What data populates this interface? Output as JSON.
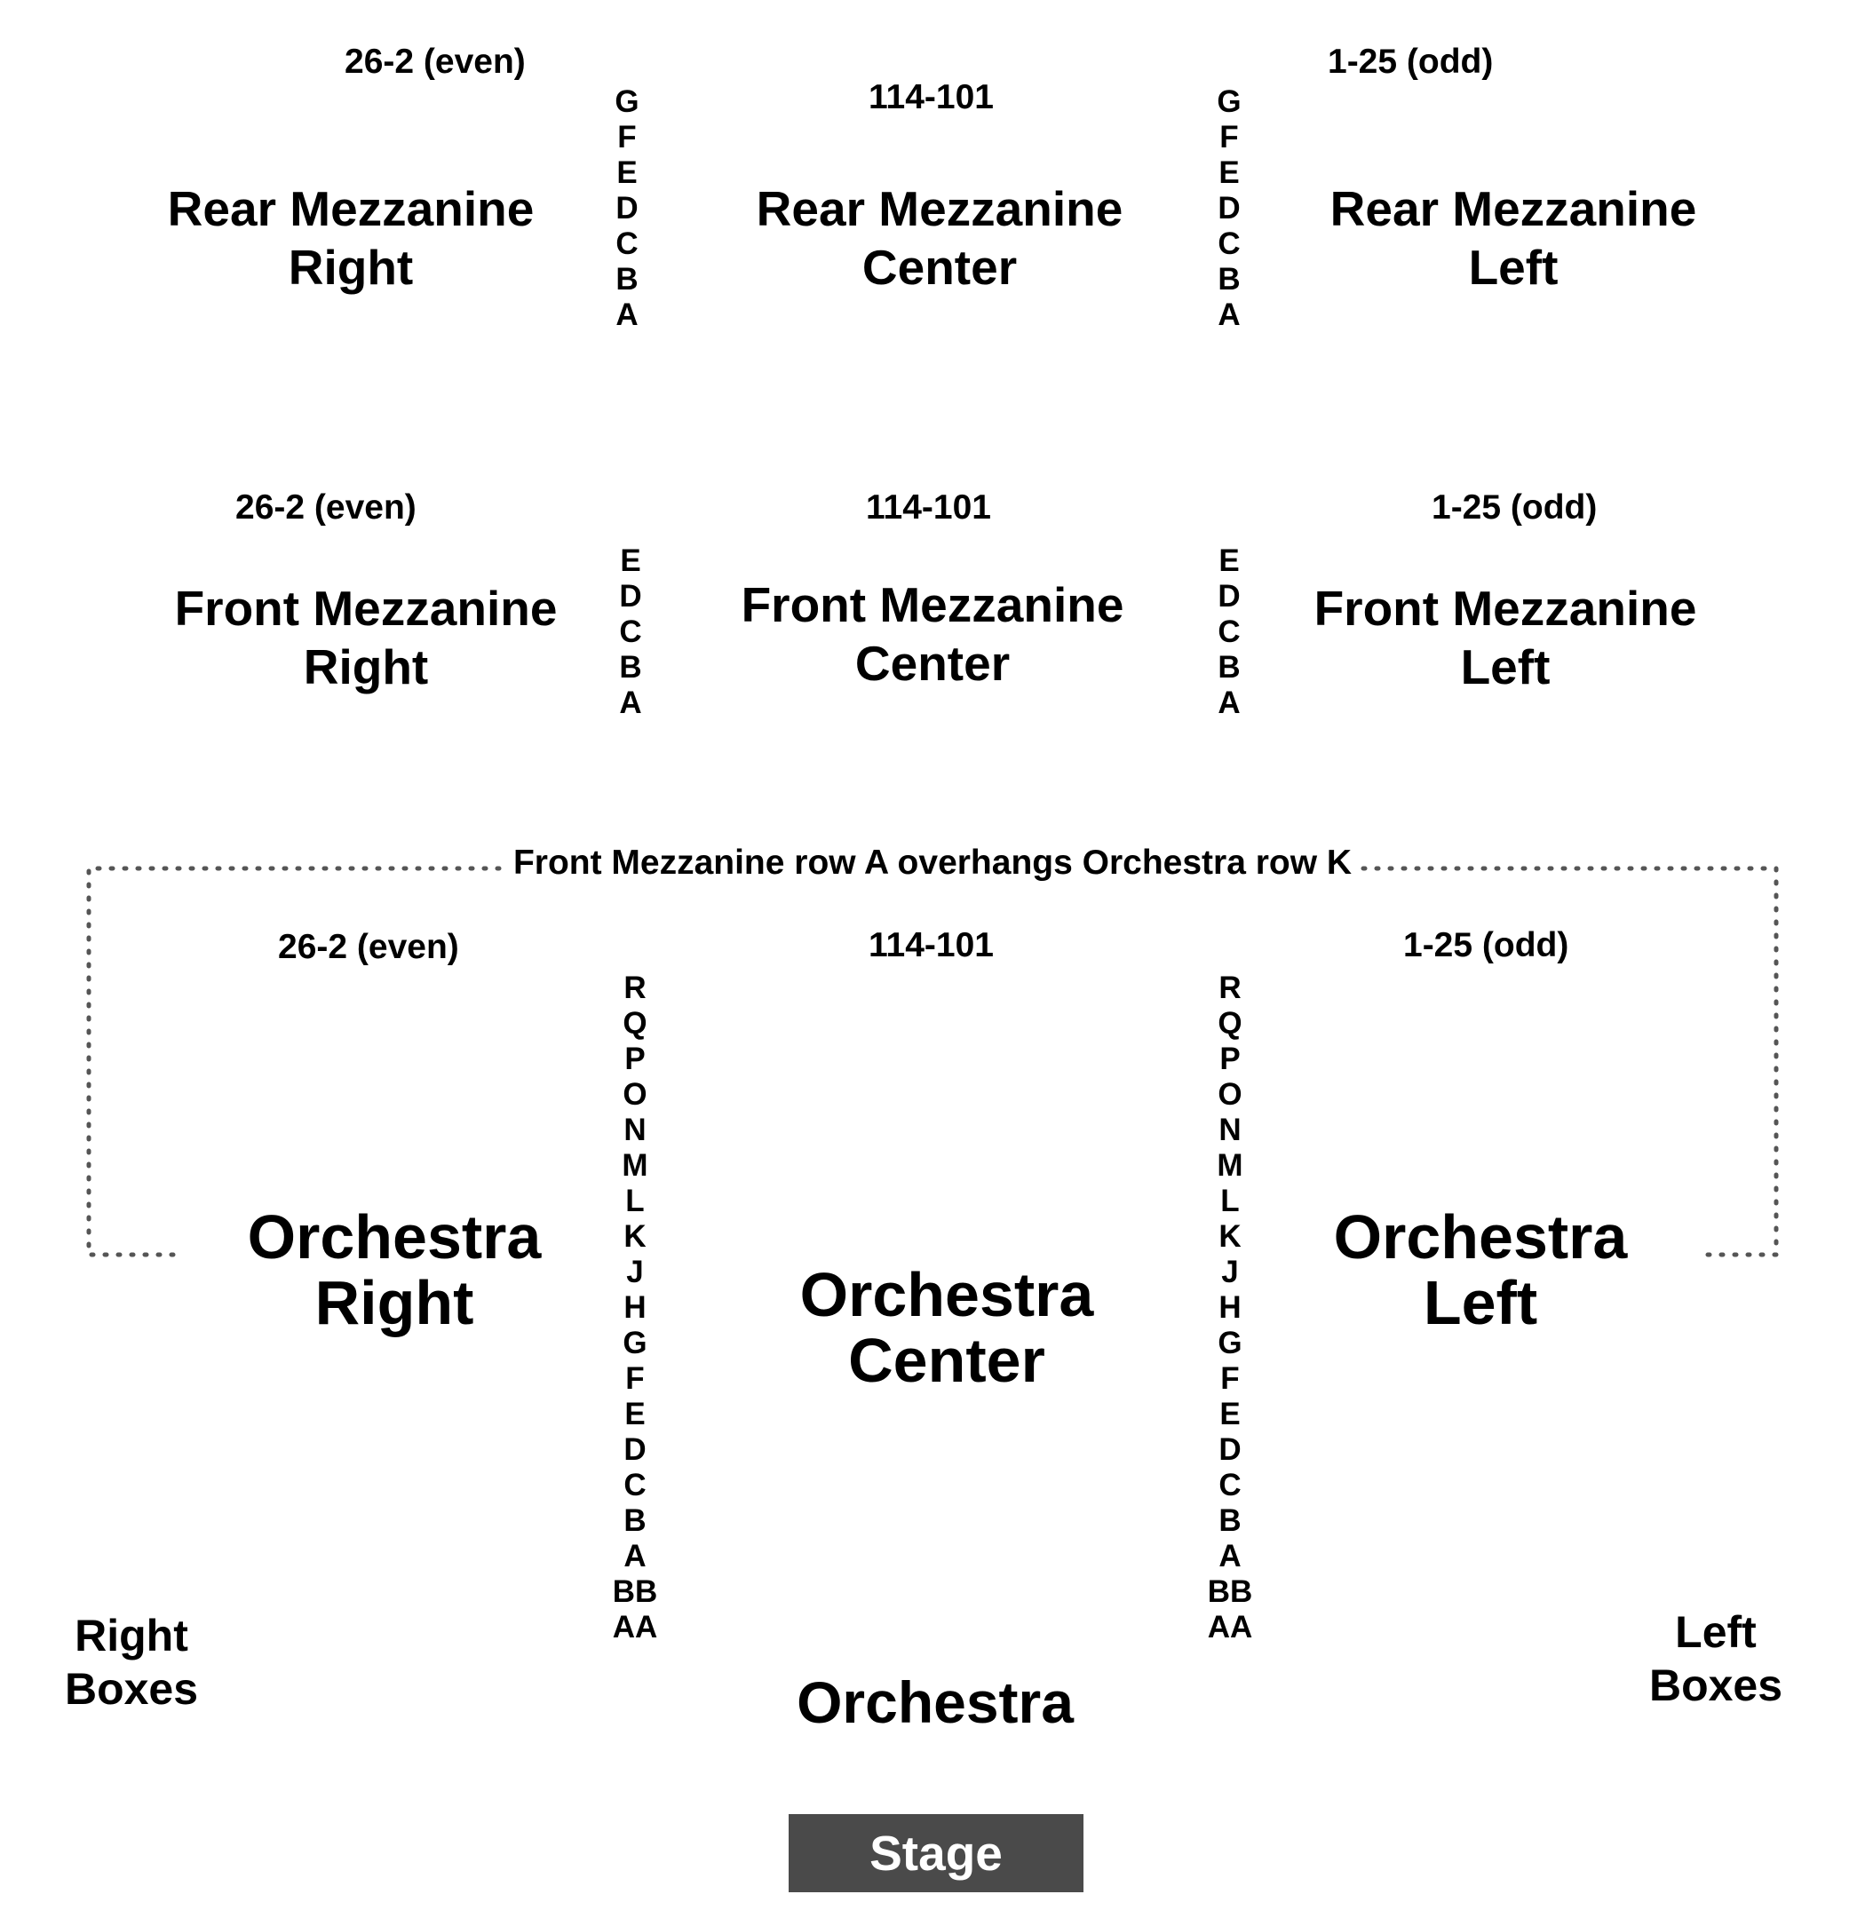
{
  "rear_mezzanine": {
    "right": {
      "seats": "26-2 (even)",
      "name_line1": "Rear Mezzanine",
      "name_line2": "Right"
    },
    "center": {
      "seats": "114-101",
      "name_line1": "Rear Mezzanine",
      "name_line2": "Center"
    },
    "left": {
      "seats": "1-25 (odd)",
      "name_line1": "Rear Mezzanine",
      "name_line2": "Left"
    },
    "rows": [
      "G",
      "F",
      "E",
      "D",
      "C",
      "B",
      "A"
    ]
  },
  "front_mezzanine": {
    "right": {
      "seats": "26-2 (even)",
      "name_line1": "Front Mezzanine",
      "name_line2": "Right"
    },
    "center": {
      "seats": "114-101",
      "name_line1": "Front Mezzanine",
      "name_line2": "Center"
    },
    "left": {
      "seats": "1-25 (odd)",
      "name_line1": "Front Mezzanine",
      "name_line2": "Left"
    },
    "rows": [
      "E",
      "D",
      "C",
      "B",
      "A"
    ]
  },
  "overhang_note": "Front Mezzanine row A overhangs Orchestra row K",
  "orchestra": {
    "right": {
      "seats": "26-2 (even)",
      "name_line1": "Orchestra",
      "name_line2": "Right"
    },
    "center": {
      "seats": "114-101",
      "name_line1": "Orchestra",
      "name_line2": "Center"
    },
    "left": {
      "seats": "1-25 (odd)",
      "name_line1": "Orchestra",
      "name_line2": "Left"
    },
    "rows": [
      "R",
      "Q",
      "P",
      "O",
      "N",
      "M",
      "L",
      "K",
      "J",
      "H",
      "G",
      "F",
      "E",
      "D",
      "C",
      "B",
      "A",
      "BB",
      "AA"
    ],
    "label": "Orchestra"
  },
  "boxes": {
    "right": {
      "line1": "Right",
      "line2": "Boxes"
    },
    "left": {
      "line1": "Left",
      "line2": "Boxes"
    }
  },
  "stage_label": "Stage"
}
